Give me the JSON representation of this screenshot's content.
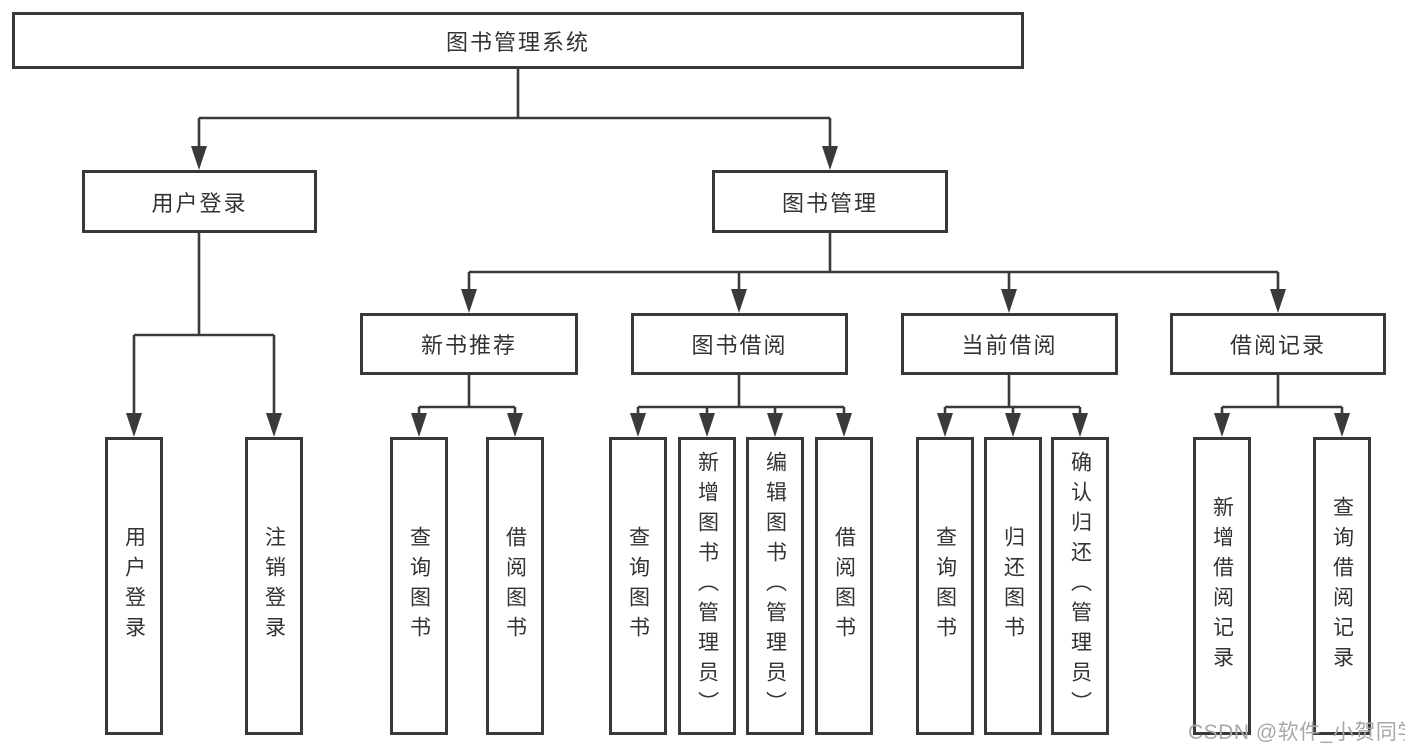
{
  "diagram": {
    "watermark": "CSDN @软件_小贺同学",
    "colors": {
      "line": "#3A3A3A",
      "box_border": "#383838",
      "text": "#333333",
      "watermark": "#A8A8A8",
      "background": "#FFFFFF"
    },
    "nodes": {
      "root": "图书管理系统",
      "user_login": "用户登录",
      "book_management": "图书管理",
      "user_login_children": {
        "login": "用户登录",
        "logout": "注销登录"
      },
      "new_book_recommend": "新书推荐",
      "recommend_children": {
        "query_books": "查询图书",
        "borrow_books": "借阅图书"
      },
      "book_borrow": "图书借阅",
      "borrow_children": {
        "query_books": "查询图书",
        "add_books": "新增图书（管理员）",
        "edit_books": "编辑图书（管理员）",
        "borrow_books": "借阅图书"
      },
      "current_borrow": "当前借阅",
      "current_children": {
        "query_books": "查询图书",
        "return_books": "归还图书",
        "confirm_return": "确认归还（管理员）"
      },
      "borrow_records": "借阅记录",
      "records_children": {
        "add_record": "新增借阅记录",
        "query_record": "查询借阅记录"
      }
    }
  }
}
